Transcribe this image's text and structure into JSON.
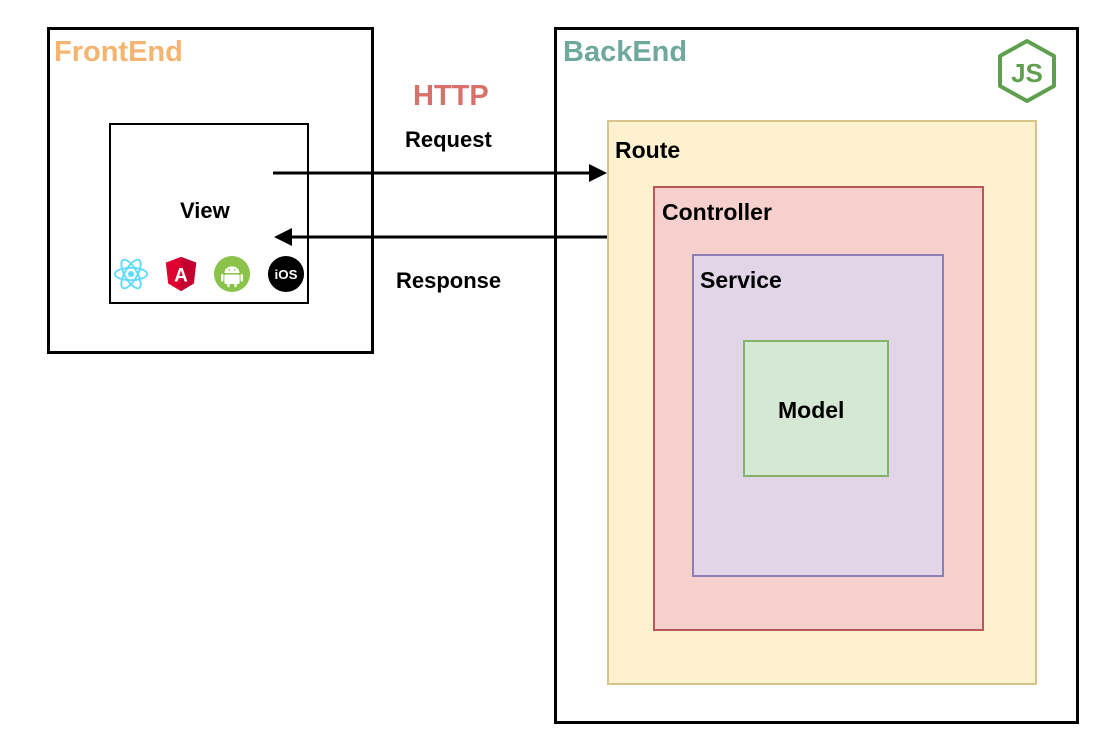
{
  "frontend": {
    "title": "FrontEnd",
    "view": {
      "label": "View",
      "icons": [
        "react-icon",
        "angular-icon",
        "android-icon",
        "ios-icon"
      ],
      "ios_text": "iOS",
      "angular_letter": "A"
    }
  },
  "http": {
    "title": "HTTP",
    "request_label": "Request",
    "response_label": "Response"
  },
  "backend": {
    "title": "BackEnd",
    "logo": "nodejs-icon",
    "logo_text": "JS",
    "layers": {
      "route": "Route",
      "controller": "Controller",
      "service": "Service",
      "model": "Model"
    }
  },
  "colors": {
    "frontend_title": "#f5b46f",
    "backend_title": "#6fa89c",
    "http_title": "#d9706a",
    "route_fill": "#fdf1cf",
    "route_stroke": "#d8c38a",
    "controller_fill": "#f6d0cd",
    "controller_stroke": "#b9585a",
    "service_fill": "#e1d5e7",
    "service_stroke": "#8b7fb5",
    "model_fill": "#d5e8d4",
    "model_stroke": "#82b366",
    "nodejs_green": "#5fa04e"
  }
}
